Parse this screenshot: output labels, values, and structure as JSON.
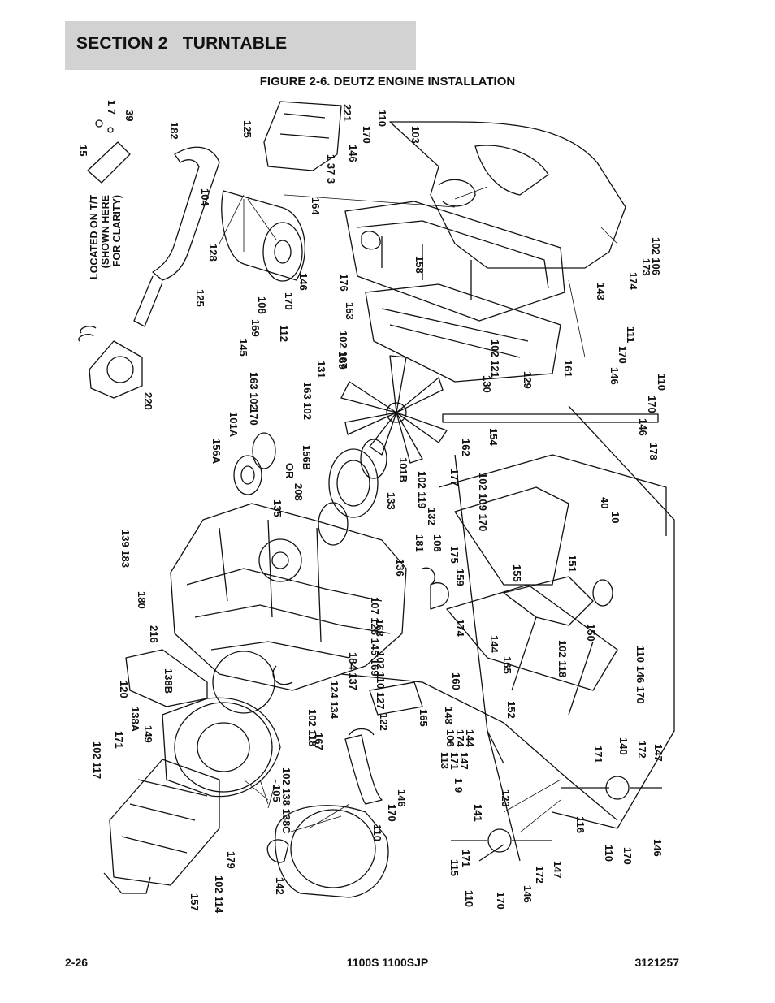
{
  "header": {
    "section": "SECTION 2   TURNTABLE",
    "figure_title": "FIGURE 2-6. DEUTZ ENGINE INSTALLATION"
  },
  "diagram": {
    "note_lines": [
      "LOCATED ON T/T",
      "(SHOWN HERE",
      "FOR CLARITY)"
    ],
    "or_text": "OR",
    "callouts": [
      "1 7",
      "39",
      "15",
      "182",
      "125",
      "221",
      "110",
      "170",
      "103",
      "146",
      "1 37 3",
      "104",
      "164",
      "128",
      "125",
      "108",
      "146",
      "176",
      "158",
      "170",
      "145",
      "169",
      "112",
      "102 107",
      "153",
      "102 106",
      "174",
      "173",
      "143",
      "131",
      "169",
      "163 102",
      "163 102",
      "170",
      "101A",
      "156A",
      "220",
      "102 121",
      "129",
      "130",
      "161",
      "111",
      "170",
      "146",
      "110",
      "170",
      "146",
      "162",
      "154",
      "177",
      "102 119",
      "102 109 170",
      "208",
      "156B",
      "101B",
      "135",
      "133",
      "132",
      "139 183",
      "178",
      "181",
      "106",
      "175",
      "40",
      "10",
      "155",
      "151",
      "180",
      "159",
      "136",
      "107 126 145 169",
      "216",
      "168",
      "174",
      "144",
      "165",
      "102 118",
      "150",
      "184 137",
      "102 110 127",
      "110 146 170",
      "120",
      "138B",
      "160",
      "124 134",
      "122",
      "165",
      "148",
      "106",
      "174",
      "144",
      "113",
      "171",
      "147",
      "152",
      "138A",
      "149",
      "102 117",
      "171",
      "167",
      "102 138 138C",
      "171",
      "140",
      "172",
      "147",
      "1 9",
      "123",
      "105",
      "146",
      "170",
      "110",
      "141",
      "116",
      "179",
      "102 114",
      "115",
      "171",
      "110",
      "170",
      "146",
      "172",
      "147",
      "142",
      "157",
      "110",
      "170",
      "146",
      "102 118"
    ]
  },
  "footer": {
    "page": "2-26",
    "model": "1100S 1100SJP",
    "doc_number": "3121257"
  }
}
